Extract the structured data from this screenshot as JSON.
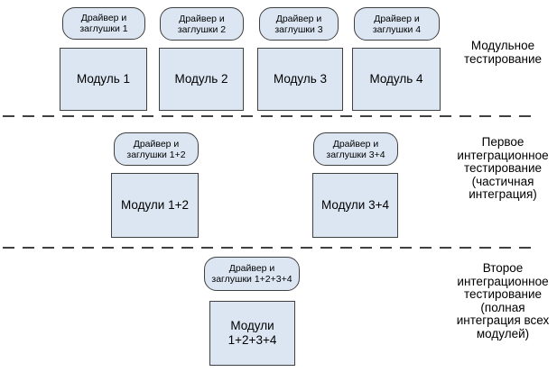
{
  "rows": [
    {
      "label": "Модульное тестирование",
      "groups": [
        {
          "driver": "Драйвер и заглушки 1",
          "module": "Модуль 1"
        },
        {
          "driver": "Драйвер и заглушки 2",
          "module": "Модуль 2"
        },
        {
          "driver": "Драйвер и заглушки 3",
          "module": "Модуль 3"
        },
        {
          "driver": "Драйвер и заглушки 4",
          "module": "Модуль 4"
        }
      ]
    },
    {
      "label": "Первое интеграционное тестирование (частичная интеграция)",
      "groups": [
        {
          "driver": "Драйвер и заглушки 1+2",
          "module": "Модули 1+2"
        },
        {
          "driver": "Драйвер и заглушки 3+4",
          "module": "Модули 3+4"
        }
      ]
    },
    {
      "label": "Второе интеграционное тестирование (полная интеграция всех модулей)",
      "groups": [
        {
          "driver": "Драйвер и заглушки 1+2+3+4",
          "module": "Модули 1+2+3+4"
        }
      ]
    }
  ],
  "colors": {
    "shape_fill": "#dce6f2",
    "shape_border": "#404040",
    "divider": "#404040",
    "text": "#000000"
  }
}
